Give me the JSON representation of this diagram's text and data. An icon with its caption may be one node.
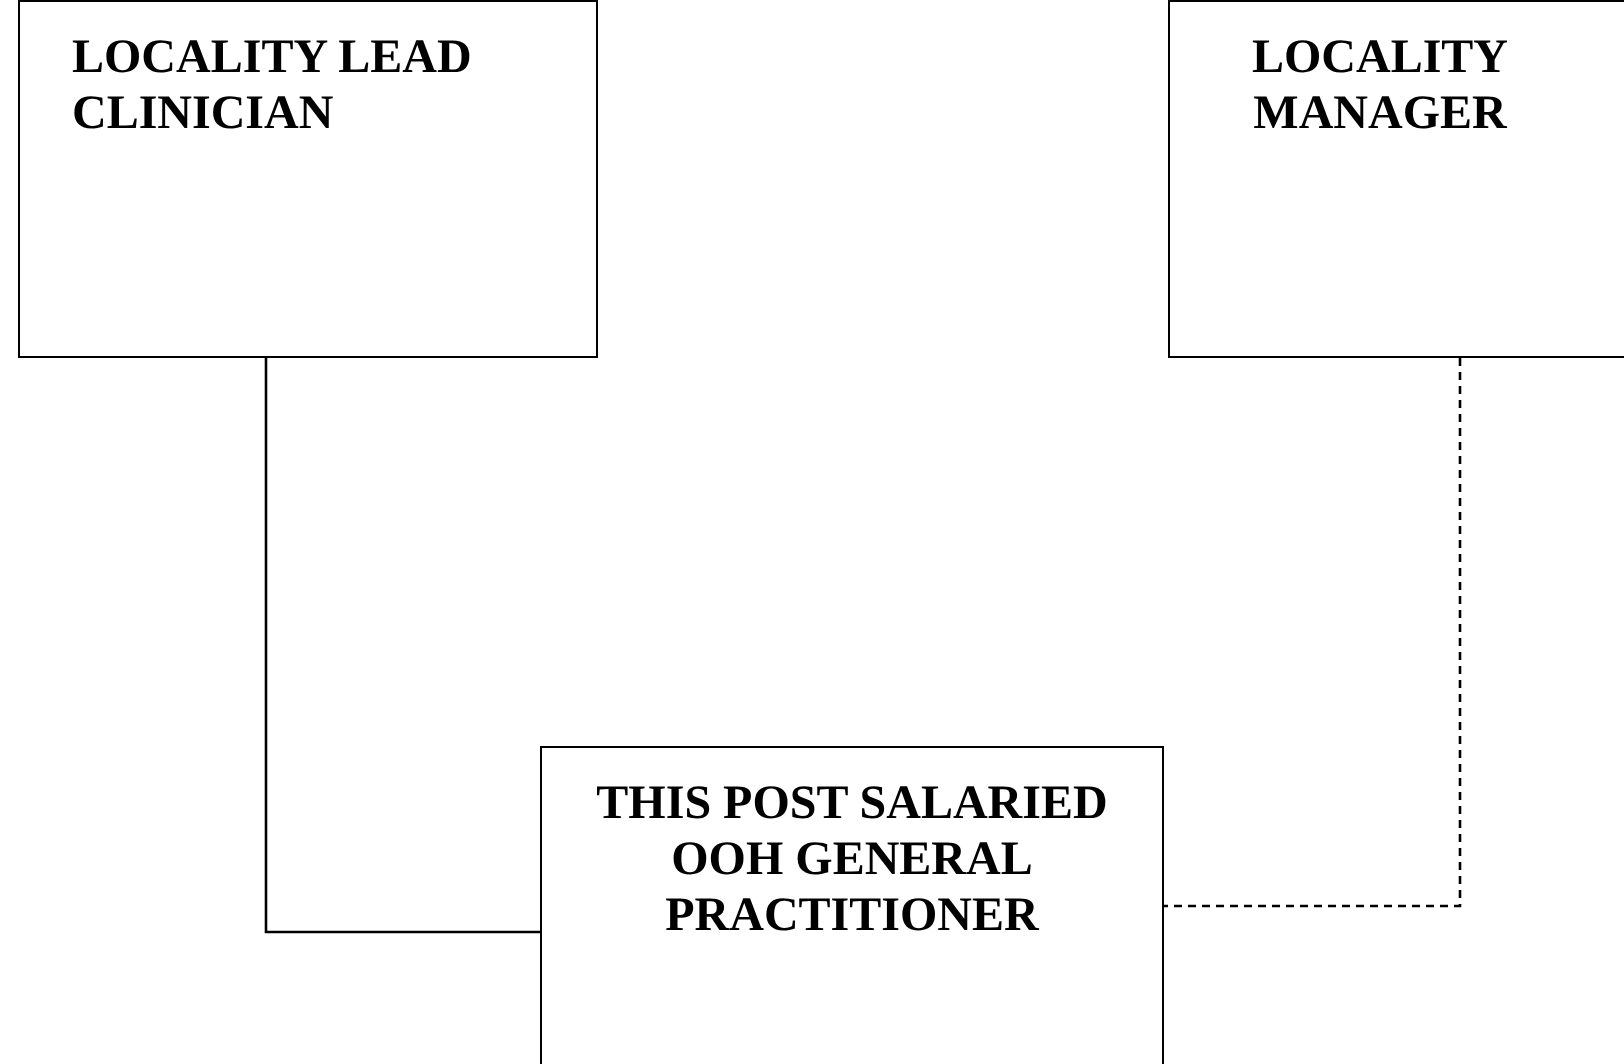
{
  "diagram": {
    "nodes": [
      {
        "text": [
          "LOCALITY LEAD CLINICIAN"
        ]
      },
      {
        "text": [
          "LOCALITY MANAGER"
        ]
      },
      {
        "text": [
          "THIS POST SALARIED OOH GENERAL PRACTITIONER"
        ]
      }
    ],
    "edges": [
      {
        "from": 0,
        "to": 2,
        "arrow": "none"
      },
      {
        "from": 1,
        "to": 2,
        "arrow": "none",
        "style": "dashed"
      }
    ]
  }
}
